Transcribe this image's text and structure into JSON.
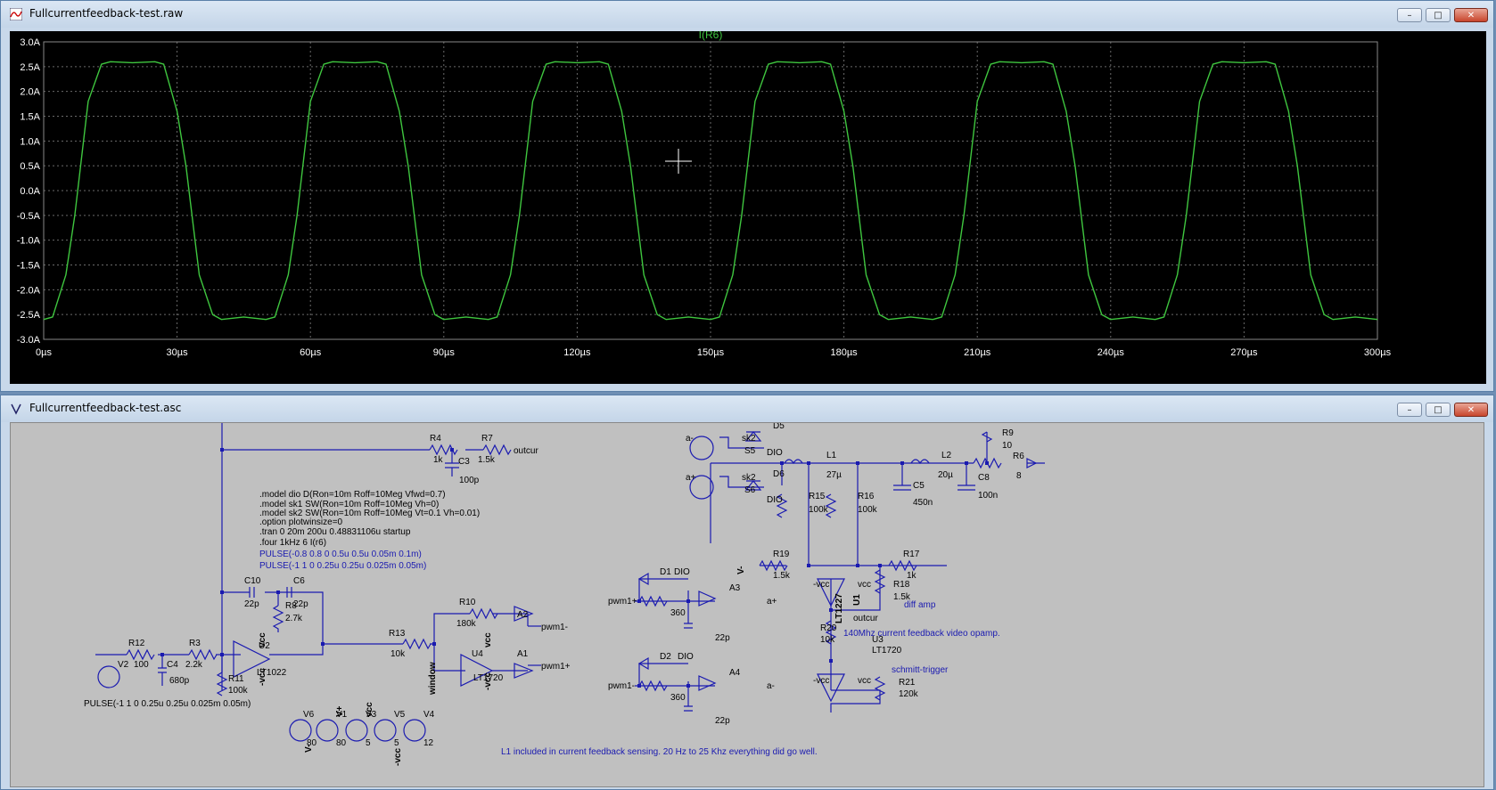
{
  "plot_window": {
    "title": "Fullcurrentfeedback-test.raw",
    "trace_label": "I(R6)",
    "controls": {
      "minimize": "–",
      "maximize": "□",
      "close": "✕"
    }
  },
  "chart_data": {
    "type": "line",
    "series": [
      {
        "name": "I(R6)",
        "color": "#3fc63f"
      }
    ],
    "ylim": [
      -3.0,
      3.0
    ],
    "xlim_us": [
      0,
      300
    ],
    "y_ticks": [
      "3.0A",
      "2.5A",
      "2.0A",
      "1.5A",
      "1.0A",
      "0.5A",
      "0.0A",
      "-0.5A",
      "-1.0A",
      "-1.5A",
      "-2.0A",
      "-2.5A",
      "-3.0A"
    ],
    "x_ticks": [
      "0µs",
      "30µs",
      "60µs",
      "90µs",
      "120µs",
      "150µs",
      "180µs",
      "210µs",
      "240µs",
      "270µs",
      "300µs"
    ],
    "period_us": 50,
    "amplitude_A": 2.6,
    "x": [
      0,
      2,
      5,
      7,
      10,
      13,
      15,
      20,
      25,
      27,
      30,
      32,
      35,
      38,
      40,
      45,
      50
    ],
    "y": [
      -2.6,
      -2.55,
      -1.7,
      -0.5,
      1.8,
      2.55,
      2.6,
      2.58,
      2.6,
      2.55,
      1.6,
      0.5,
      -1.7,
      -2.5,
      -2.6,
      -2.55,
      -2.6
    ],
    "grid": true,
    "background": "#000000",
    "axis_text_color": "#ffffff",
    "grid_color": "#6a6a6a"
  },
  "schematic_window": {
    "title": "Fullcurrentfeedback-test.asc",
    "controls": {
      "minimize": "–",
      "maximize": "□",
      "close": "✕"
    },
    "background": "#c0c0c0",
    "wire_color": "#0000aa",
    "directives": [
      ".model dio D(Ron=10m Roff=10Meg Vfwd=0.7)",
      ".model sk1 SW(Ron=10m Roff=10Meg Vh=0)",
      ".model sk2 SW(Ron=10m Roff=10Meg Vt=0.1 Vh=0.01)",
      ".option plotwinsize=0",
      ".tran 0 20m 200u 0.48831106u startup",
      ".four 1kHz 6  I(r6)"
    ],
    "pulses": [
      "PULSE(-0.8 0.8 0 0.5u 0.5u 0.05m 0.1m)",
      "PULSE(-1 1 0 0.25u 0.25u 0.025m 0.05m)"
    ],
    "v2_pulse": "PULSE(-1 1 0 0.25u 0.25u 0.025m 0.05m)",
    "comments": {
      "diff_amp": "diff amp",
      "opamp": "140Mhz current feedback video opamp.",
      "schmitt": "schmitt-trigger",
      "note": "L1 included in current feedback sensing. 20 Hz to 25 Khz everything did go well."
    },
    "labels": {
      "R4": "R4",
      "R4v": "1k",
      "R7": "R7",
      "R7v": "1.5k",
      "outcur": "outcur",
      "C3": "C3",
      "C3v": "100p",
      "C10": "C10",
      "C10v": "22p",
      "C6": "C6",
      "C6v": "22p",
      "R8": "R8",
      "R8v": "2.7k",
      "R12": "R12",
      "R12v": "100",
      "V2": "V2",
      "C4": "C4",
      "C4v": "680p",
      "R3": "R3",
      "R3v": "2.2k",
      "U2": "U2",
      "U2v": "LT1022",
      "R11": "R11",
      "R11v": "100k",
      "vcc": "vcc",
      "mvcc": "-vcc",
      "R13": "R13",
      "R13v": "10k",
      "R10": "R10",
      "R10v": "180k",
      "U4": "U4",
      "U4v": "LT1720",
      "window": "window",
      "A1": "A1",
      "A2": "A2",
      "pwm1p": "pwm1+",
      "pwm1m": "pwm1-",
      "V6": "V6",
      "V6v": "80",
      "V1": "V1",
      "V1v": "80",
      "V3": "V3",
      "V3v": "5",
      "V5": "V5",
      "V5v": "5",
      "V4": "V4",
      "V4v": "12",
      "Vminus": "V-",
      "Vplus": "V+",
      "D1": "D1",
      "D1v": "DIO",
      "D2": "D2",
      "D2v": "DIO",
      "R360": "360",
      "A3": "A3",
      "A4": "A4",
      "C22p": "22p",
      "aplus": "a+",
      "aminus": "a-",
      "S5": "S5",
      "S6": "S6",
      "sk2": "sk2",
      "D5": "D5",
      "D6": "D6",
      "DIO": "DIO",
      "L1": "L1",
      "L1v": "27µ",
      "L2": "L2",
      "L2v": "20µ",
      "R9": "R9",
      "R9v": "10",
      "R6": "R6",
      "R6v": "8",
      "C5": "C5",
      "C5v": "450n",
      "C8": "C8",
      "C8v": "100n",
      "R15": "R15",
      "R15v": "100k",
      "R16": "R16",
      "R16v": "100k",
      "R19": "R19",
      "R19v": "1.5k",
      "R17": "R17",
      "R17v": "1k",
      "R18": "R18",
      "R18v": "1.5k",
      "U1": "U1",
      "U1v": "LT1227",
      "R20": "R20",
      "R20v": "10k",
      "U3": "U3",
      "U3v": "LT1720",
      "R21": "R21",
      "R21v": "120k"
    }
  }
}
